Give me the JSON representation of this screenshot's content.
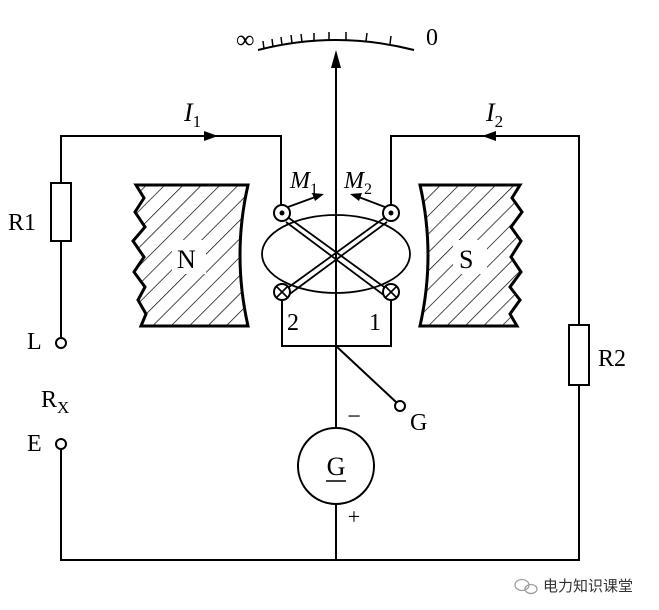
{
  "meter_scale": {
    "left_label": "∞",
    "right_label": "0"
  },
  "currents": {
    "i1": {
      "letter": "I",
      "sub": "1"
    },
    "i2": {
      "letter": "I",
      "sub": "2"
    }
  },
  "moments": {
    "m1": {
      "letter": "M",
      "sub": "1"
    },
    "m2": {
      "letter": "M",
      "sub": "2"
    }
  },
  "resistors": {
    "r1": "R1",
    "r2": "R2"
  },
  "magnets": {
    "north": "N",
    "south": "S"
  },
  "coils": {
    "coil_2": "2",
    "coil_1": "1"
  },
  "terminals": {
    "line": "L",
    "earth": "E",
    "guard": "G",
    "rx": {
      "letter": "R",
      "sub": "X"
    }
  },
  "generator": {
    "label": "G",
    "minus": "−",
    "plus": "+"
  },
  "watermark": "电力知识课堂"
}
